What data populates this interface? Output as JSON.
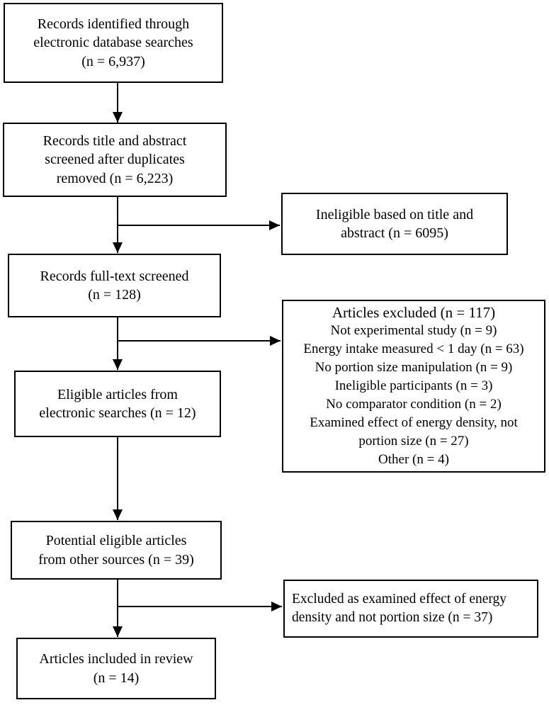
{
  "diagram": {
    "type": "flowchart",
    "colors": {
      "border": "#000000",
      "background": "#ffffff",
      "text": "#000000"
    },
    "nodes": {
      "records_identified": {
        "text": "Records identified through\nelectronic database searches\n(n = 6,937)"
      },
      "title_abstract_screened": {
        "text": "Records title and abstract\nscreened after duplicates\nremoved (n = 6,223)"
      },
      "ineligible_title_abstract": {
        "text": "Ineligible based on title and\nabstract (n = 6095)"
      },
      "full_text_screened": {
        "text": "Records full-text screened\n(n = 128)"
      },
      "articles_excluded": {
        "title": "Articles excluded (n = 117)",
        "reasons": "Not experimental study (n = 9)\nEnergy intake measured < 1 day (n = 63)\nNo portion size manipulation (n = 9)\nIneligible participants (n = 3)\nNo comparator condition (n = 2)\nExamined effect of energy density, not\nportion size (n = 27)\nOther (n = 4)"
      },
      "eligible_electronic": {
        "text": "Eligible articles from\nelectronic searches (n = 12)"
      },
      "potential_other_sources": {
        "text": "Potential eligible articles\nfrom other sources (n = 39)"
      },
      "excluded_energy_density": {
        "text": "Excluded as examined effect of energy\ndensity and not portion size (n = 37)"
      },
      "included_in_review": {
        "text": "Articles included in review\n(n = 14)"
      }
    },
    "edges": [
      {
        "from": "records_identified",
        "to": "title_abstract_screened"
      },
      {
        "from": "title_abstract_screened",
        "to": "ineligible_title_abstract"
      },
      {
        "from": "title_abstract_screened",
        "to": "full_text_screened"
      },
      {
        "from": "full_text_screened",
        "to": "articles_excluded"
      },
      {
        "from": "full_text_screened",
        "to": "eligible_electronic"
      },
      {
        "from": "eligible_electronic",
        "to": "potential_other_sources"
      },
      {
        "from": "potential_other_sources",
        "to": "excluded_energy_density"
      },
      {
        "from": "potential_other_sources",
        "to": "included_in_review"
      }
    ]
  }
}
